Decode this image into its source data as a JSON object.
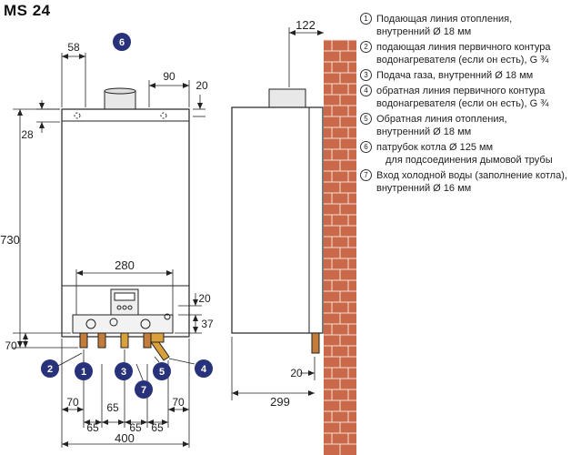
{
  "title": "MS 24",
  "legend": [
    {
      "num": "1",
      "line1": "Подающая линия отопления,",
      "line2": "внутренний Ø 18 мм"
    },
    {
      "num": "2",
      "line1": "подающая линия первичного контура",
      "line2": "водонагревателя (если он есть), G ¾"
    },
    {
      "num": "3",
      "line1": "Подача газа, внутренний Ø 18 мм",
      "line2": ""
    },
    {
      "num": "4",
      "line1": " обратная линия первичного контура",
      "line2": "водонагревателя (если он есть), G ¾"
    },
    {
      "num": "5",
      "line1": "Обратная линия отопления,",
      "line2": "внутренний Ø 18 мм"
    },
    {
      "num": "6",
      "line1": " патрубок котла Ø 125 мм",
      "line2": "для подсоединения дымовой трубы"
    },
    {
      "num": "7",
      "line1": "Вход холодной воды (заполнение котла),",
      "line2": "внутренний Ø 16 мм"
    }
  ],
  "dimensions": {
    "d58": "58",
    "d28": "28",
    "d90": "90",
    "d20_top": "20",
    "d730": "730",
    "d280": "280",
    "d20_right": "20",
    "d37": "37",
    "d70_left": "70",
    "d70_bl": "70",
    "d65_a": "65",
    "d65_b": "65",
    "d65_c": "65",
    "d65_d": "65",
    "d70_br": "70",
    "d400": "400",
    "d122": "122",
    "d20_side": "20",
    "d299": "299"
  },
  "callouts": {
    "c1": "1",
    "c2": "2",
    "c3": "3",
    "c4": "4",
    "c5": "5",
    "c6": "6",
    "c7": "7"
  },
  "colors": {
    "callout": "#27327a",
    "brick": "#c9694a",
    "line": "#222222"
  }
}
